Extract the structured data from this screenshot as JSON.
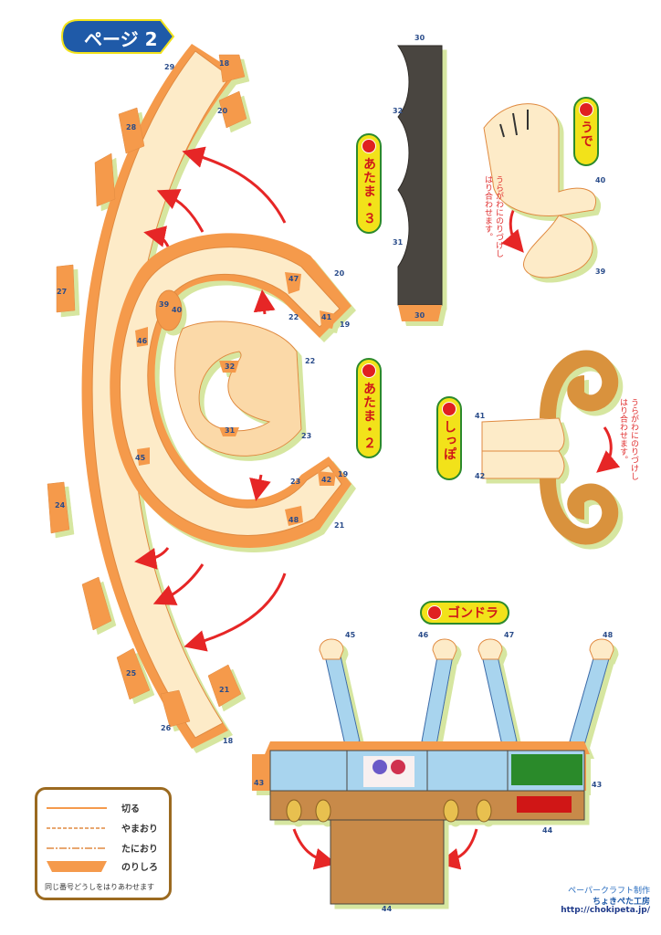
{
  "page_tab": "ページ 2",
  "labels": {
    "atama3": "あたま・３",
    "atama2": "あたま・２",
    "ude": "うで",
    "shippo": "しっぽ",
    "gondora": "ゴンドラ"
  },
  "notes": {
    "ude_note_1": "うらがわにのりづけし",
    "ude_note_2": "はり合わせます。",
    "shippo_note_1": "うらがわにのりづけし",
    "shippo_note_2": "はり合わせます。"
  },
  "legend": {
    "cut": "切る",
    "mountain": "やまおり",
    "valley": "たにおり",
    "glue": "のりしろ",
    "footer": "同じ番号どうしをはりあわせます"
  },
  "credits": {
    "line1": "ペーパークラフト制作",
    "line2": "ちょきぺた工房",
    "url": "http://chokipeta.jp/"
  },
  "arc_numbers": [
    "29",
    "18",
    "20",
    "28",
    "27",
    "24",
    "25",
    "21",
    "26",
    "18"
  ],
  "head2_numbers": [
    "20",
    "47",
    "22",
    "41",
    "19",
    "39",
    "40",
    "46",
    "32",
    "22",
    "31",
    "23",
    "45",
    "23",
    "42",
    "19",
    "48",
    "21"
  ],
  "head3_numbers": [
    "30",
    "32",
    "31",
    "30"
  ],
  "arm_numbers": [
    "40",
    "39"
  ],
  "tail_numbers": [
    "41",
    "42"
  ],
  "gondola_numbers": [
    "45",
    "46",
    "47",
    "48",
    "43",
    "43",
    "44",
    "44"
  ],
  "colors": {
    "paper": "#fdebc8",
    "tab": "#f59a4c",
    "arrow": "#e62626",
    "dark": "#4a4540",
    "label_yellow": "#f2e21a",
    "label_green": "#2c8a2c",
    "window_blue": "#a8d4ee",
    "page_tab": "#1f5aa8"
  }
}
